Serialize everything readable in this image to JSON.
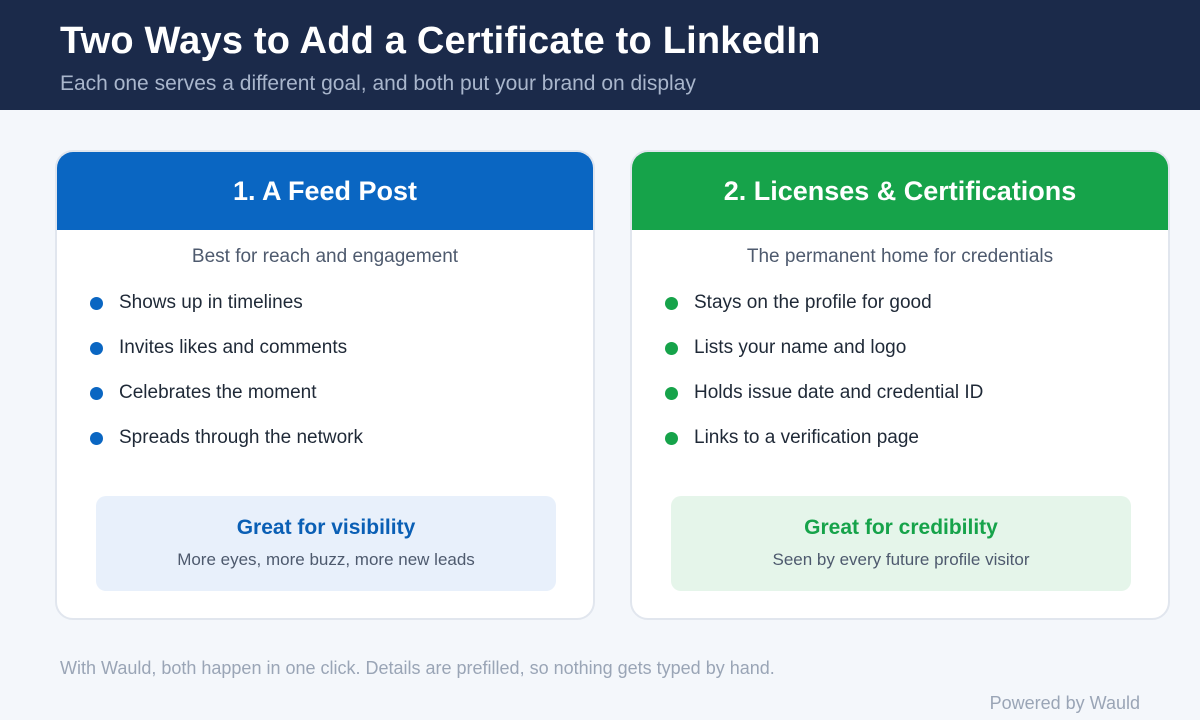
{
  "header": {
    "title": "Two Ways to Add a Certificate to LinkedIn",
    "subtitle": "Each one serves a different goal, and both put your brand on display"
  },
  "cards": [
    {
      "title": "1. A Feed Post",
      "tagline": "Best for reach and engagement",
      "items": [
        "Shows up in timelines",
        "Invites likes and comments",
        "Celebrates the moment",
        "Spreads through the network"
      ],
      "callout_title": "Great for visibility",
      "callout_text": "More eyes, more buzz, more new leads",
      "accent_color": "#0a66c2"
    },
    {
      "title": "2. Licenses & Certifications",
      "tagline": "The permanent home for credentials",
      "items": [
        "Stays on the profile for good",
        "Lists your name and logo",
        "Holds issue date and credential ID",
        "Links to a verification page"
      ],
      "callout_title": "Great for credibility",
      "callout_text": "Seen by every future profile visitor",
      "accent_color": "#16a34a"
    }
  ],
  "footnote": "With Wauld, both happen in one click. Details are prefilled, so nothing gets typed by hand.",
  "powered_by": "Powered by Wauld",
  "colors": {
    "header_bg": "#1b2a4a",
    "page_bg": "#f4f7fb"
  }
}
